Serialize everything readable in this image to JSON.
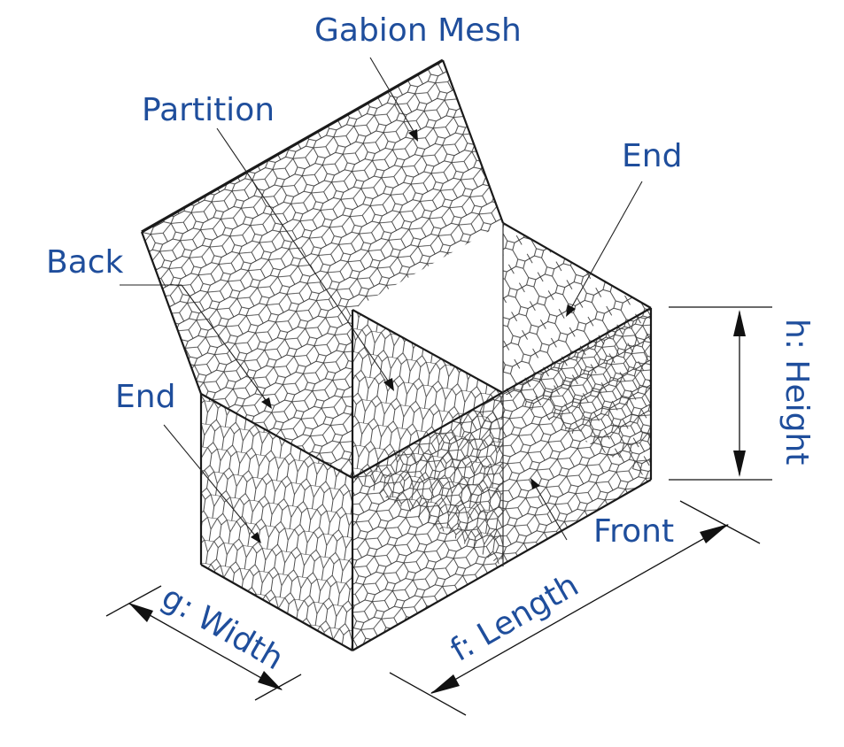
{
  "labels": {
    "gabion_mesh": "Gabion Mesh",
    "partition": "Partition",
    "back": "Back",
    "end_right": "End",
    "end_left": "End",
    "front": "Front",
    "height": "h: Height",
    "length": "f: Length",
    "width": "g: Width"
  },
  "colors": {
    "label": "#1f4e9c",
    "line": "#1a1a1a",
    "mesh": "#3a3a3a"
  }
}
